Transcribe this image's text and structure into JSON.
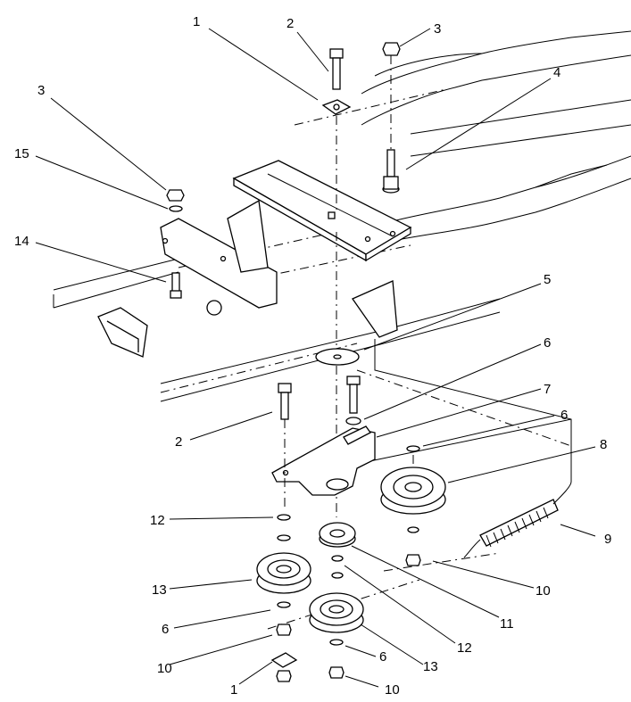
{
  "callouts": [
    {
      "id": "c1a",
      "text": "1"
    },
    {
      "id": "c2a",
      "text": "2"
    },
    {
      "id": "c3a",
      "text": "3"
    },
    {
      "id": "c4",
      "text": "4"
    },
    {
      "id": "c3b",
      "text": "3"
    },
    {
      "id": "c15",
      "text": "15"
    },
    {
      "id": "c14",
      "text": "14"
    },
    {
      "id": "c5",
      "text": "5"
    },
    {
      "id": "c6a",
      "text": "6"
    },
    {
      "id": "c7",
      "text": "7"
    },
    {
      "id": "c6b",
      "text": "6"
    },
    {
      "id": "c8",
      "text": "8"
    },
    {
      "id": "c2b",
      "text": "2"
    },
    {
      "id": "c9",
      "text": "9"
    },
    {
      "id": "c12a",
      "text": "12"
    },
    {
      "id": "c10a",
      "text": "10"
    },
    {
      "id": "c11",
      "text": "11"
    },
    {
      "id": "c13a",
      "text": "13"
    },
    {
      "id": "c12b",
      "text": "12"
    },
    {
      "id": "c6c",
      "text": "6"
    },
    {
      "id": "c13b",
      "text": "13"
    },
    {
      "id": "c10b",
      "text": "10"
    },
    {
      "id": "c6d",
      "text": "6"
    },
    {
      "id": "c1b",
      "text": "1"
    },
    {
      "id": "c10c",
      "text": "10"
    }
  ]
}
